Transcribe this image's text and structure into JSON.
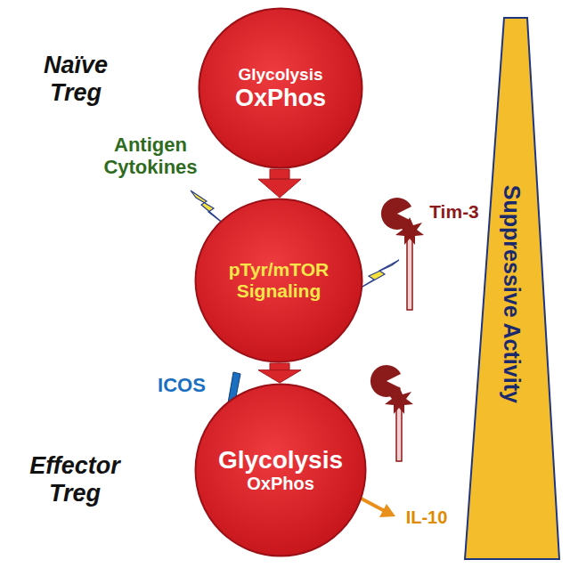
{
  "diagram": {
    "nodes": [
      {
        "text": [
          "Glycolysis",
          "OxPhos"
        ]
      },
      {
        "text": [
          "pTyr/mTOR Signaling"
        ]
      },
      {
        "text": [
          "Glycolysis",
          "OxPhos"
        ]
      }
    ],
    "edges": [
      {
        "from": 0,
        "to": 1,
        "arrow": "to"
      },
      {
        "from": 1,
        "to": 2,
        "arrow": "to"
      }
    ],
    "labels": [
      "Naïve Treg",
      "Antigen Cytokines",
      "Tim-3",
      "ICOS",
      "Effector Treg",
      "IL-10",
      "Suppressive Activity"
    ]
  }
}
